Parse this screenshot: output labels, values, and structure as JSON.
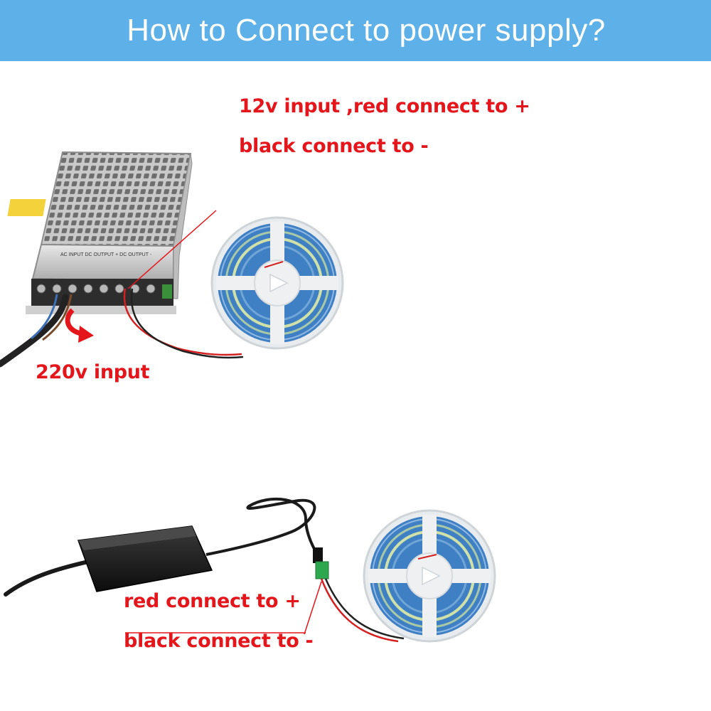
{
  "banner": {
    "title": "How to Connect to power supply?",
    "color": "#5eb0e8"
  },
  "section1": {
    "label_line1": "12v input ,red connect to +",
    "label_line2": "black connect to -",
    "label_ac": "220v input",
    "psu_panel_text": "AC INPUT     DC OUTPUT +     DC OUTPUT -",
    "label_color": "#e5161b"
  },
  "section2": {
    "label_red": "red connect to +",
    "label_black": "black connect to -"
  },
  "icons": [
    "power-supply-icon",
    "led-strip-reel-icon",
    "power-adapter-icon",
    "dc-connector-icon"
  ]
}
